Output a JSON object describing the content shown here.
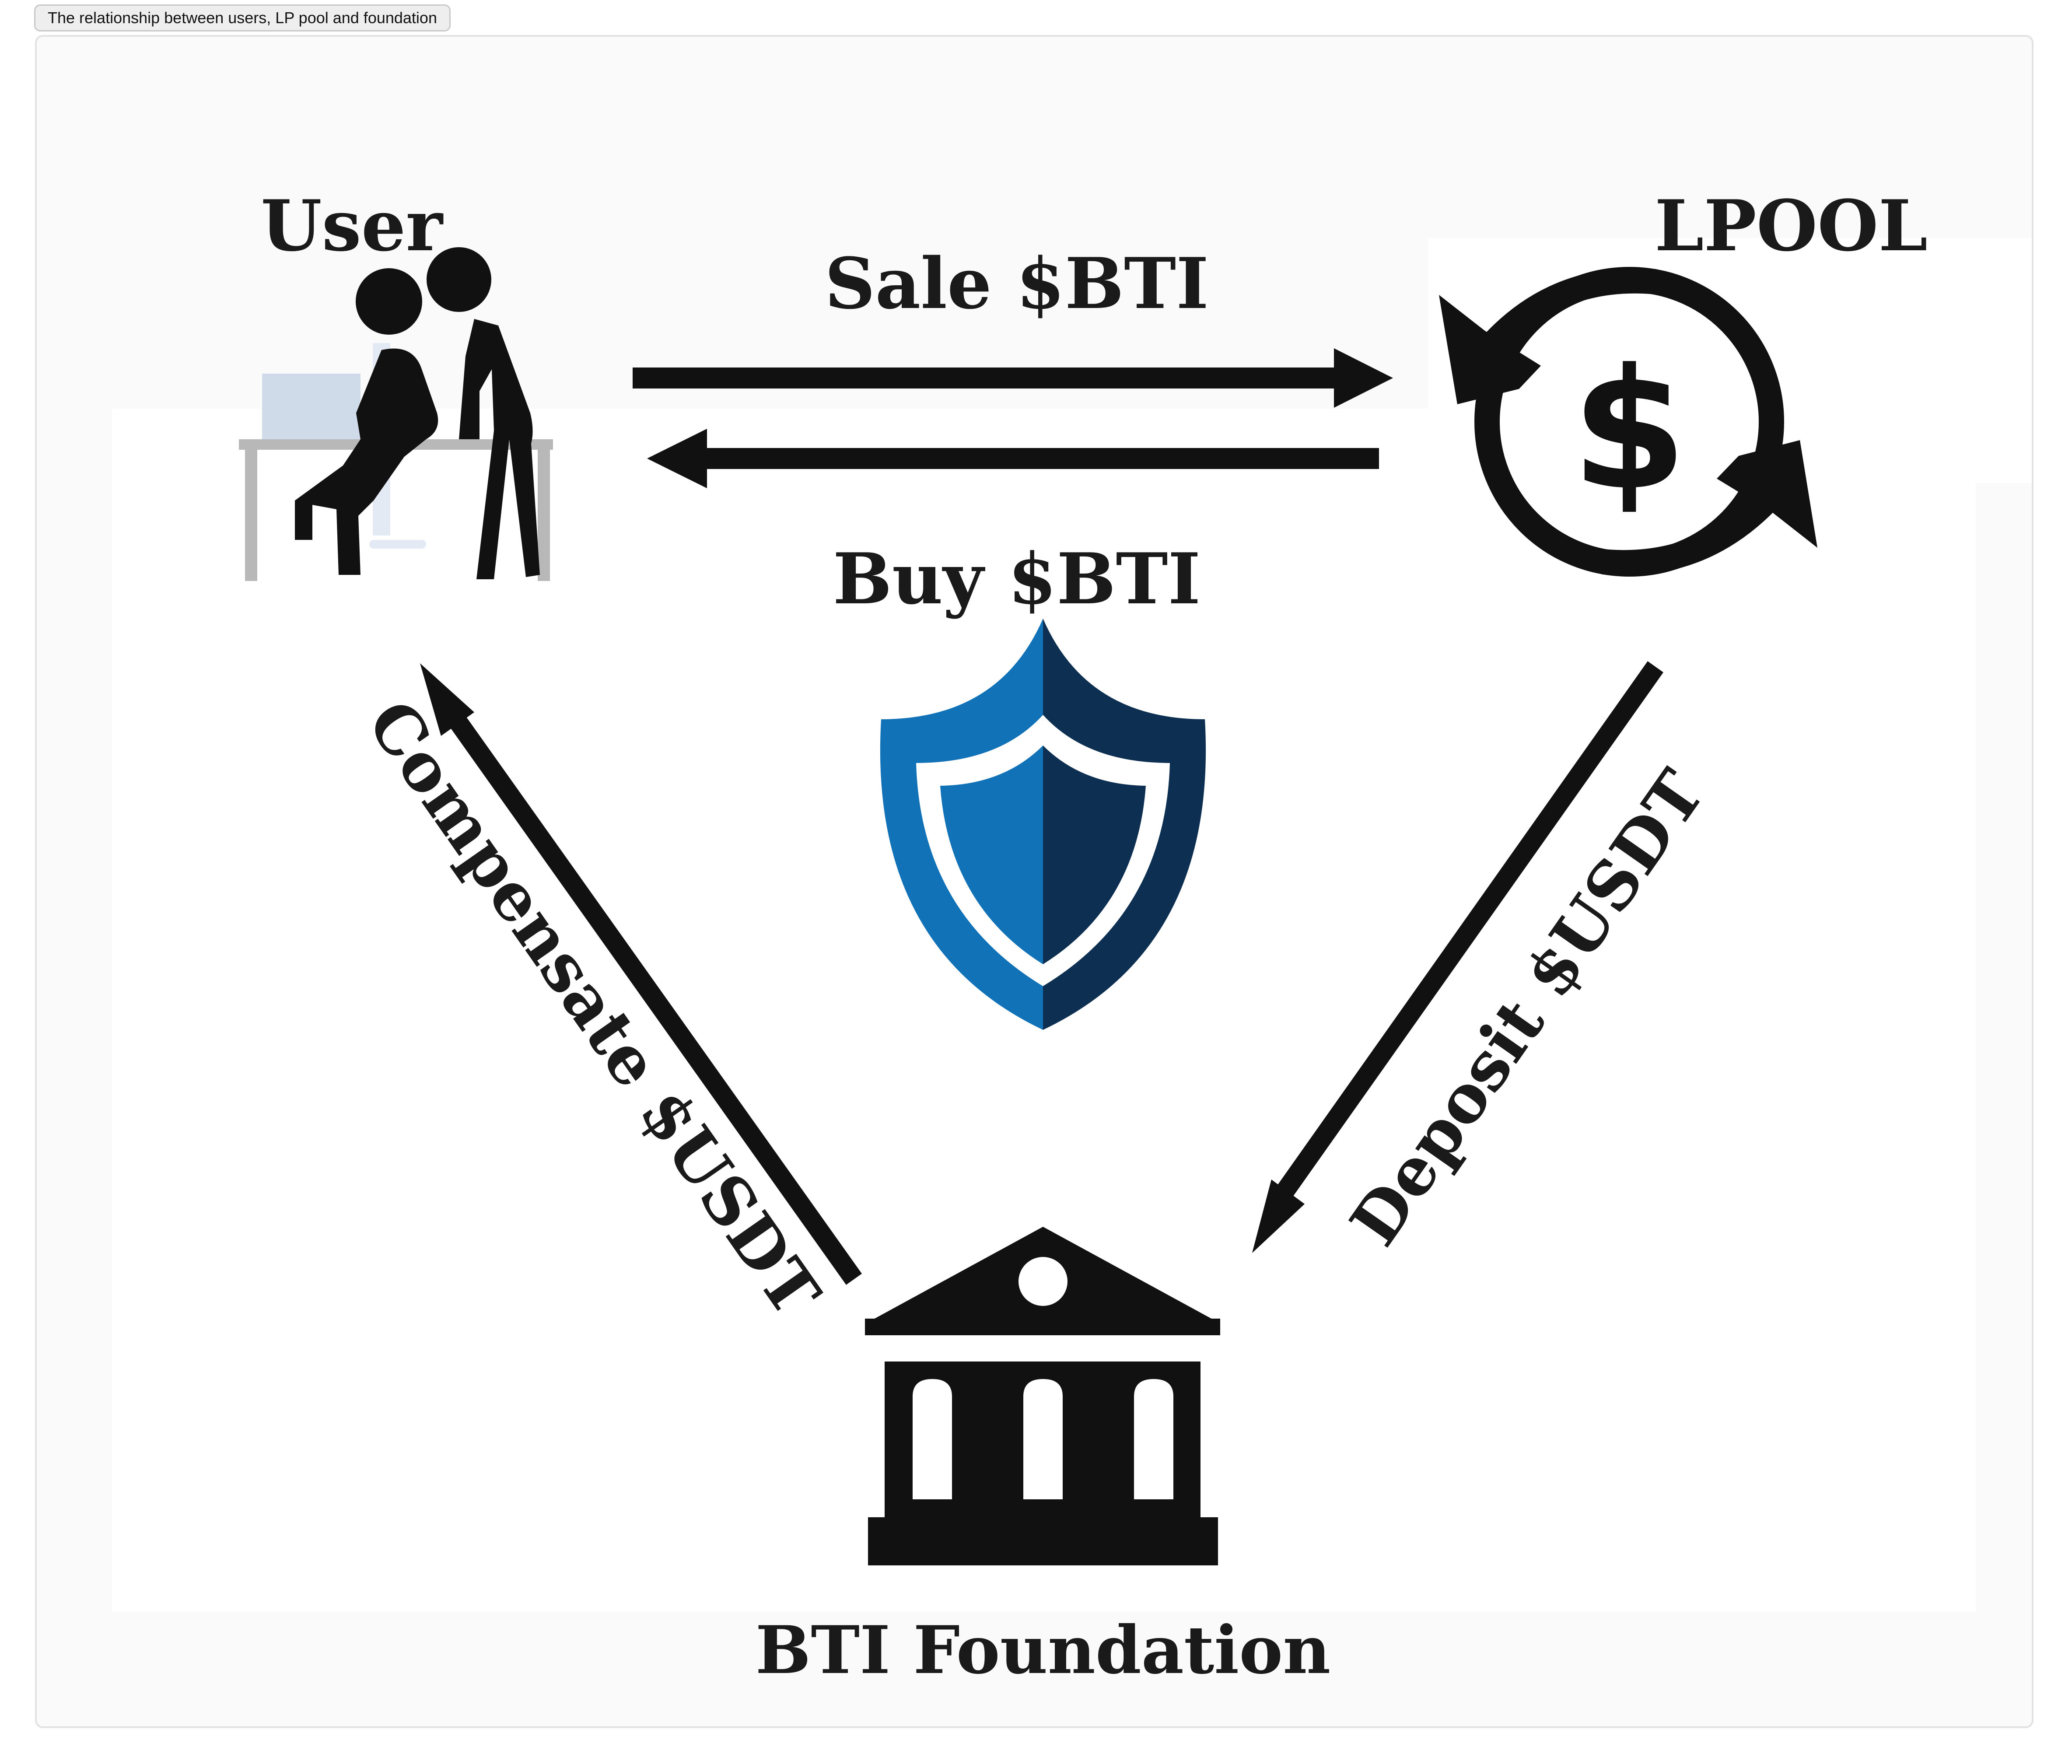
{
  "caption": "The relationship between users, LP pool and foundation",
  "diagram": {
    "nodes": {
      "user": {
        "label": "User",
        "icon": "office-workers-icon"
      },
      "lpool": {
        "label": "LPOOL",
        "icon": "currency-exchange-icon"
      },
      "foundation": {
        "label": "BTI Foundation",
        "icon": "bank-building-icon"
      },
      "center": {
        "icon": "shield-icon"
      }
    },
    "edges": {
      "sale": {
        "label": "Sale $BTI",
        "from": "User",
        "to": "LPOOL"
      },
      "buy": {
        "label": "Buy $BTI",
        "from": "LPOOL",
        "to": "User"
      },
      "deposit": {
        "label": "Deposit $USDT",
        "from": "LPOOL",
        "to": "BTI Foundation"
      },
      "compensate": {
        "label": "Compensate $USDT",
        "from": "BTI Foundation",
        "to": "User"
      }
    }
  },
  "colors": {
    "ink": "#111111",
    "shield_light": "#1272b8",
    "shield_dark": "#0d2f52",
    "desk_gray": "#b8b8b8",
    "monitor": "#cfdbe9"
  }
}
